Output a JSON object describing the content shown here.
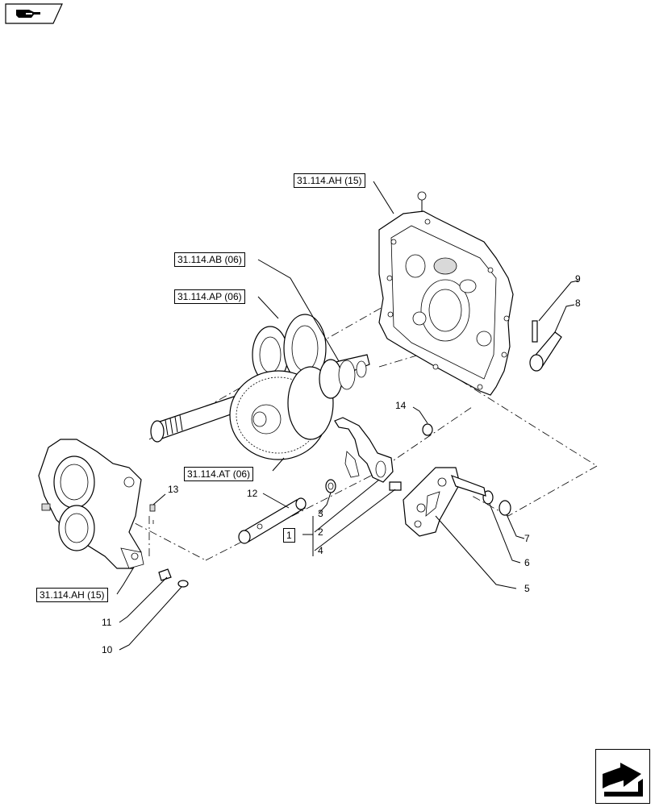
{
  "nav": {
    "top_icon": "hand-pointing-icon",
    "bottom_icon": "arrow-next-icon"
  },
  "refs": {
    "housing_top": "31.114.AH (15)",
    "shaft_ab": "31.114.AB (06)",
    "shaft_ap": "31.114.AP (06)",
    "gear_at": "31.114.AT (06)",
    "housing_bottom": "31.114.AH (15)"
  },
  "group_box": "1",
  "callouts": {
    "c2": "2",
    "c3": "3",
    "c4": "4",
    "c5": "5",
    "c6": "6",
    "c7": "7",
    "c8": "8",
    "c9": "9",
    "c10": "10",
    "c11": "11",
    "c12": "12",
    "c13": "13",
    "c14": "14"
  }
}
